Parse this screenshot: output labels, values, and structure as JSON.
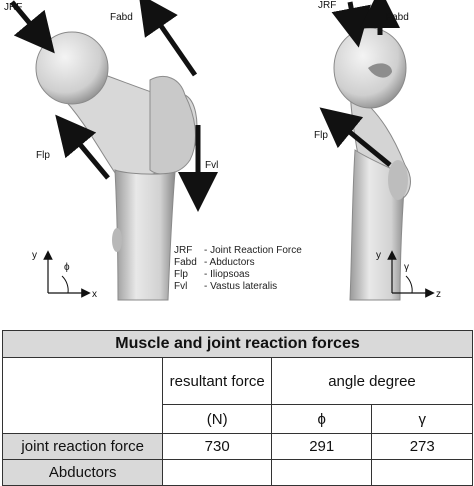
{
  "figure": {
    "left_labels": {
      "jrf": "JRF",
      "fabd": "Fabd",
      "flp": "Flp",
      "fvl": "Fvl"
    },
    "right_labels": {
      "jrf": "JRF",
      "fabd": "Fabd",
      "flp": "Flp"
    },
    "legend": [
      {
        "abbr": "JRF",
        "text": "- Joint Reaction Force"
      },
      {
        "abbr": "Fabd",
        "text": "- Abductors"
      },
      {
        "abbr": "Flp",
        "text": "- Iliopsoas"
      },
      {
        "abbr": "Fvl",
        "text": "- Vastus lateralis"
      }
    ],
    "left_axes": {
      "y": "y",
      "x": "x",
      "angle": "ϕ"
    },
    "right_axes": {
      "y": "y",
      "z": "z",
      "angle": "γ"
    }
  },
  "table": {
    "title": "Muscle and joint reaction forces",
    "col_resultant": "resultant force",
    "col_angle": "angle degree",
    "unit_force": "(N)",
    "unit_phi": "ϕ",
    "unit_gamma": "γ",
    "rows": [
      {
        "label": "joint reaction force",
        "force": "730",
        "phi": "291",
        "gamma": "273"
      },
      {
        "label": "Abductors",
        "force": "",
        "phi": "",
        "gamma": ""
      }
    ]
  },
  "colors": {
    "header_gray": "#d9d9d9",
    "bone_light": "#e6e6e6",
    "bone_dark": "#9a9a9a",
    "arrow": "#111111"
  }
}
